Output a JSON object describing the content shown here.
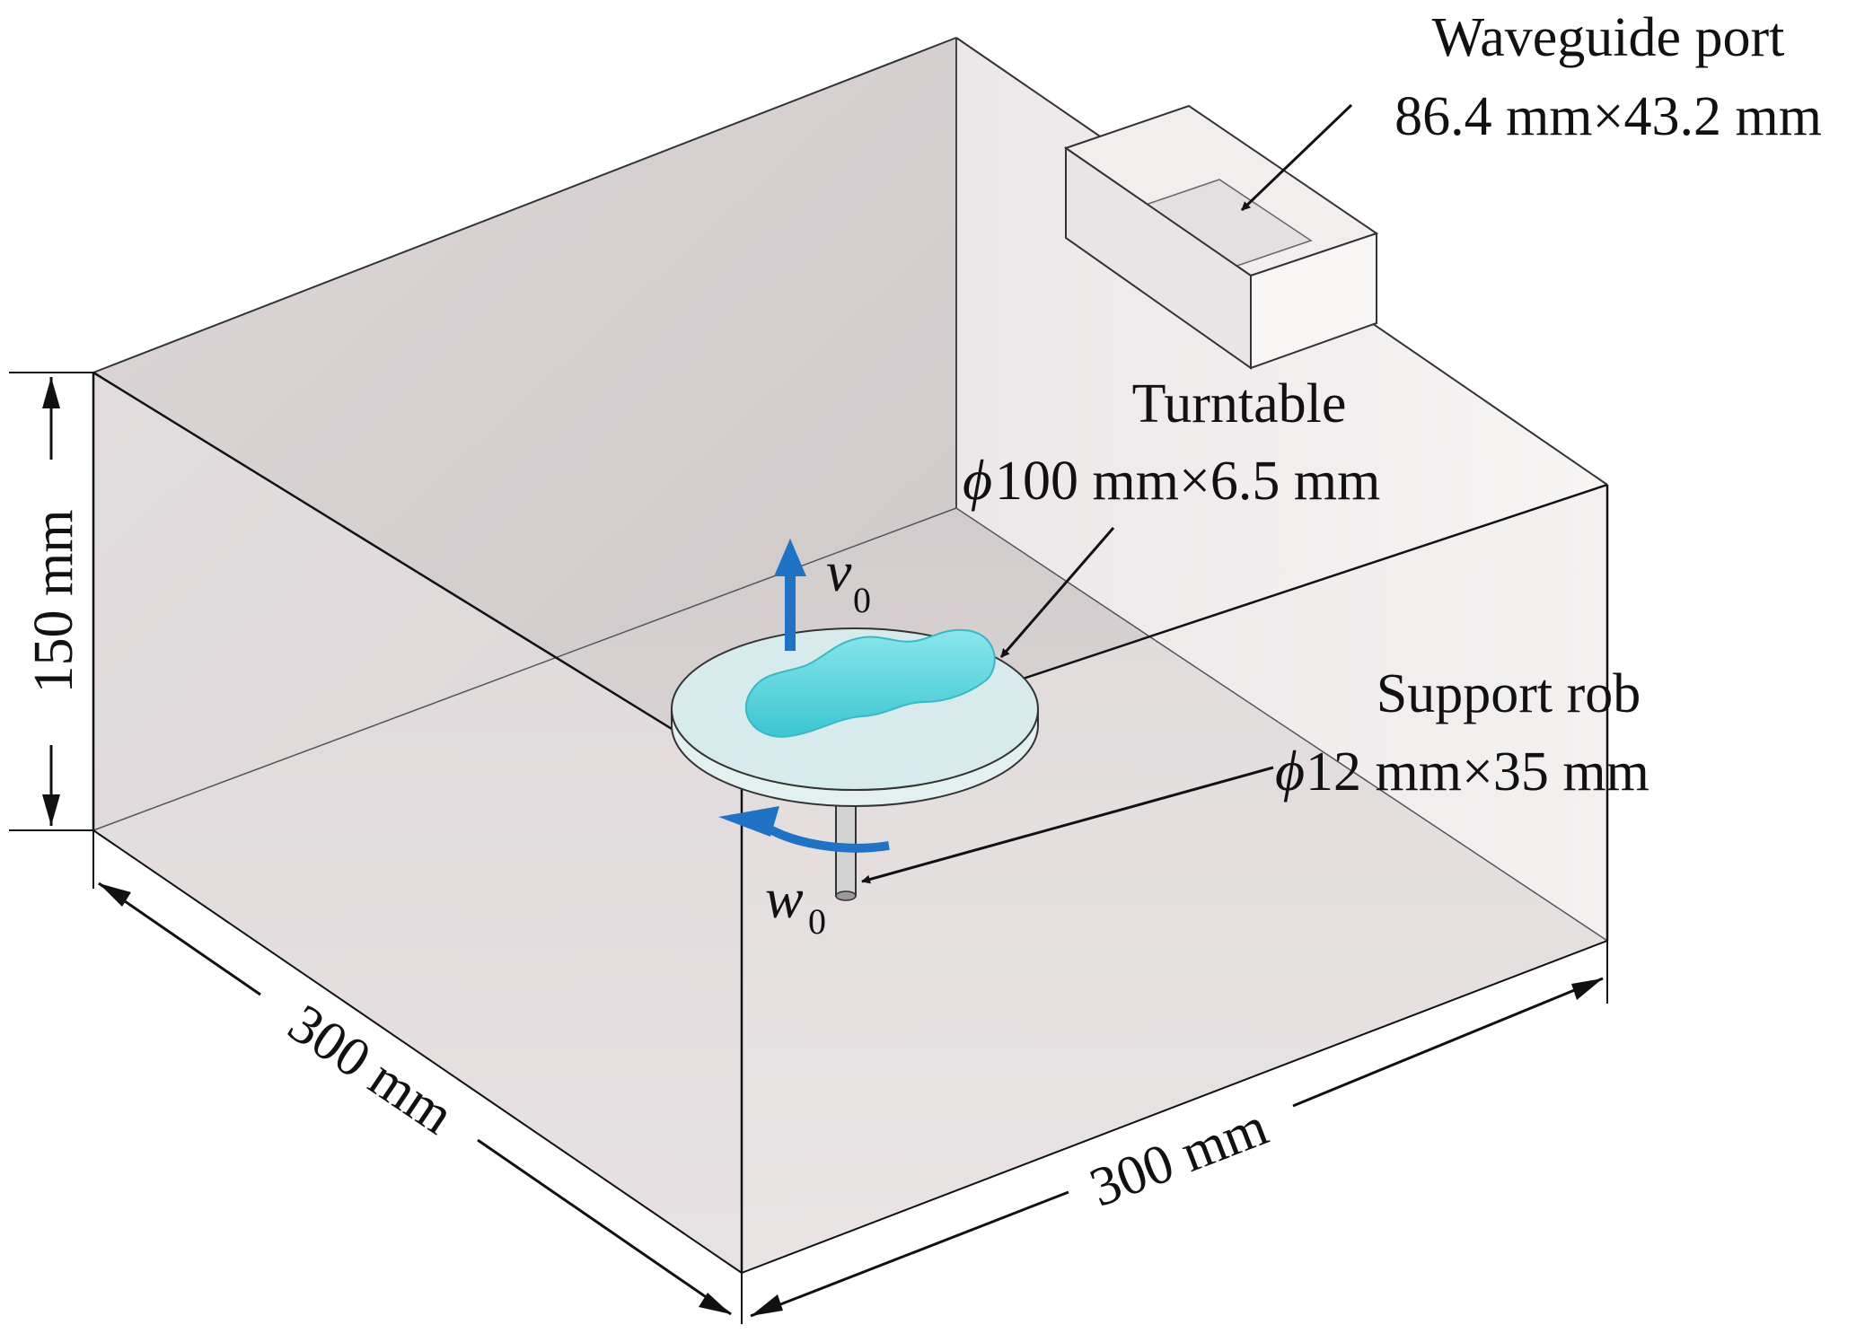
{
  "colors": {
    "background": "#ffffff",
    "chamber_wall": "#e6e1e2",
    "chamber_floor": "#ddd6d7",
    "edge": "#111111",
    "turntable": "#d9ecec",
    "load": "#5fd6df",
    "motion_arrow": "#1f72c4"
  },
  "labels": {
    "waveguide_title": "Waveguide port",
    "waveguide_size": "86.4 mm×43.2 mm",
    "turntable_title": "Turntable",
    "turntable_phi": "ϕ",
    "turntable_size": "100 mm×6.5 mm",
    "support_title": "Support rob",
    "support_phi": "ϕ",
    "support_size": "12 mm×35 mm",
    "height_dim": "150 mm",
    "width_dim_left": "300 mm",
    "width_dim_right": "300 mm",
    "velocity_var": "v",
    "velocity_sub": "0",
    "angular_var": "w",
    "angular_sub": "0"
  }
}
